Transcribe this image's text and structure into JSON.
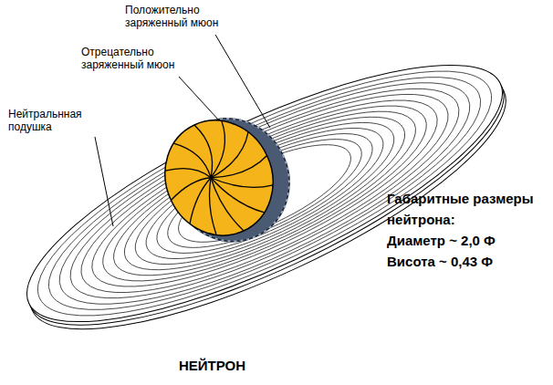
{
  "diagram": {
    "caption": "НЕЙТРОН",
    "labels": [
      "Положительно заряженный мюон",
      "Отрецательно заряженный мюон",
      "Нейтральнная подушка",
      "Габаритные размеры нейтрона:",
      "Диаметр ~ 2,0 Ф",
      "Висота ~ 0,43 Ф"
    ]
  }
}
